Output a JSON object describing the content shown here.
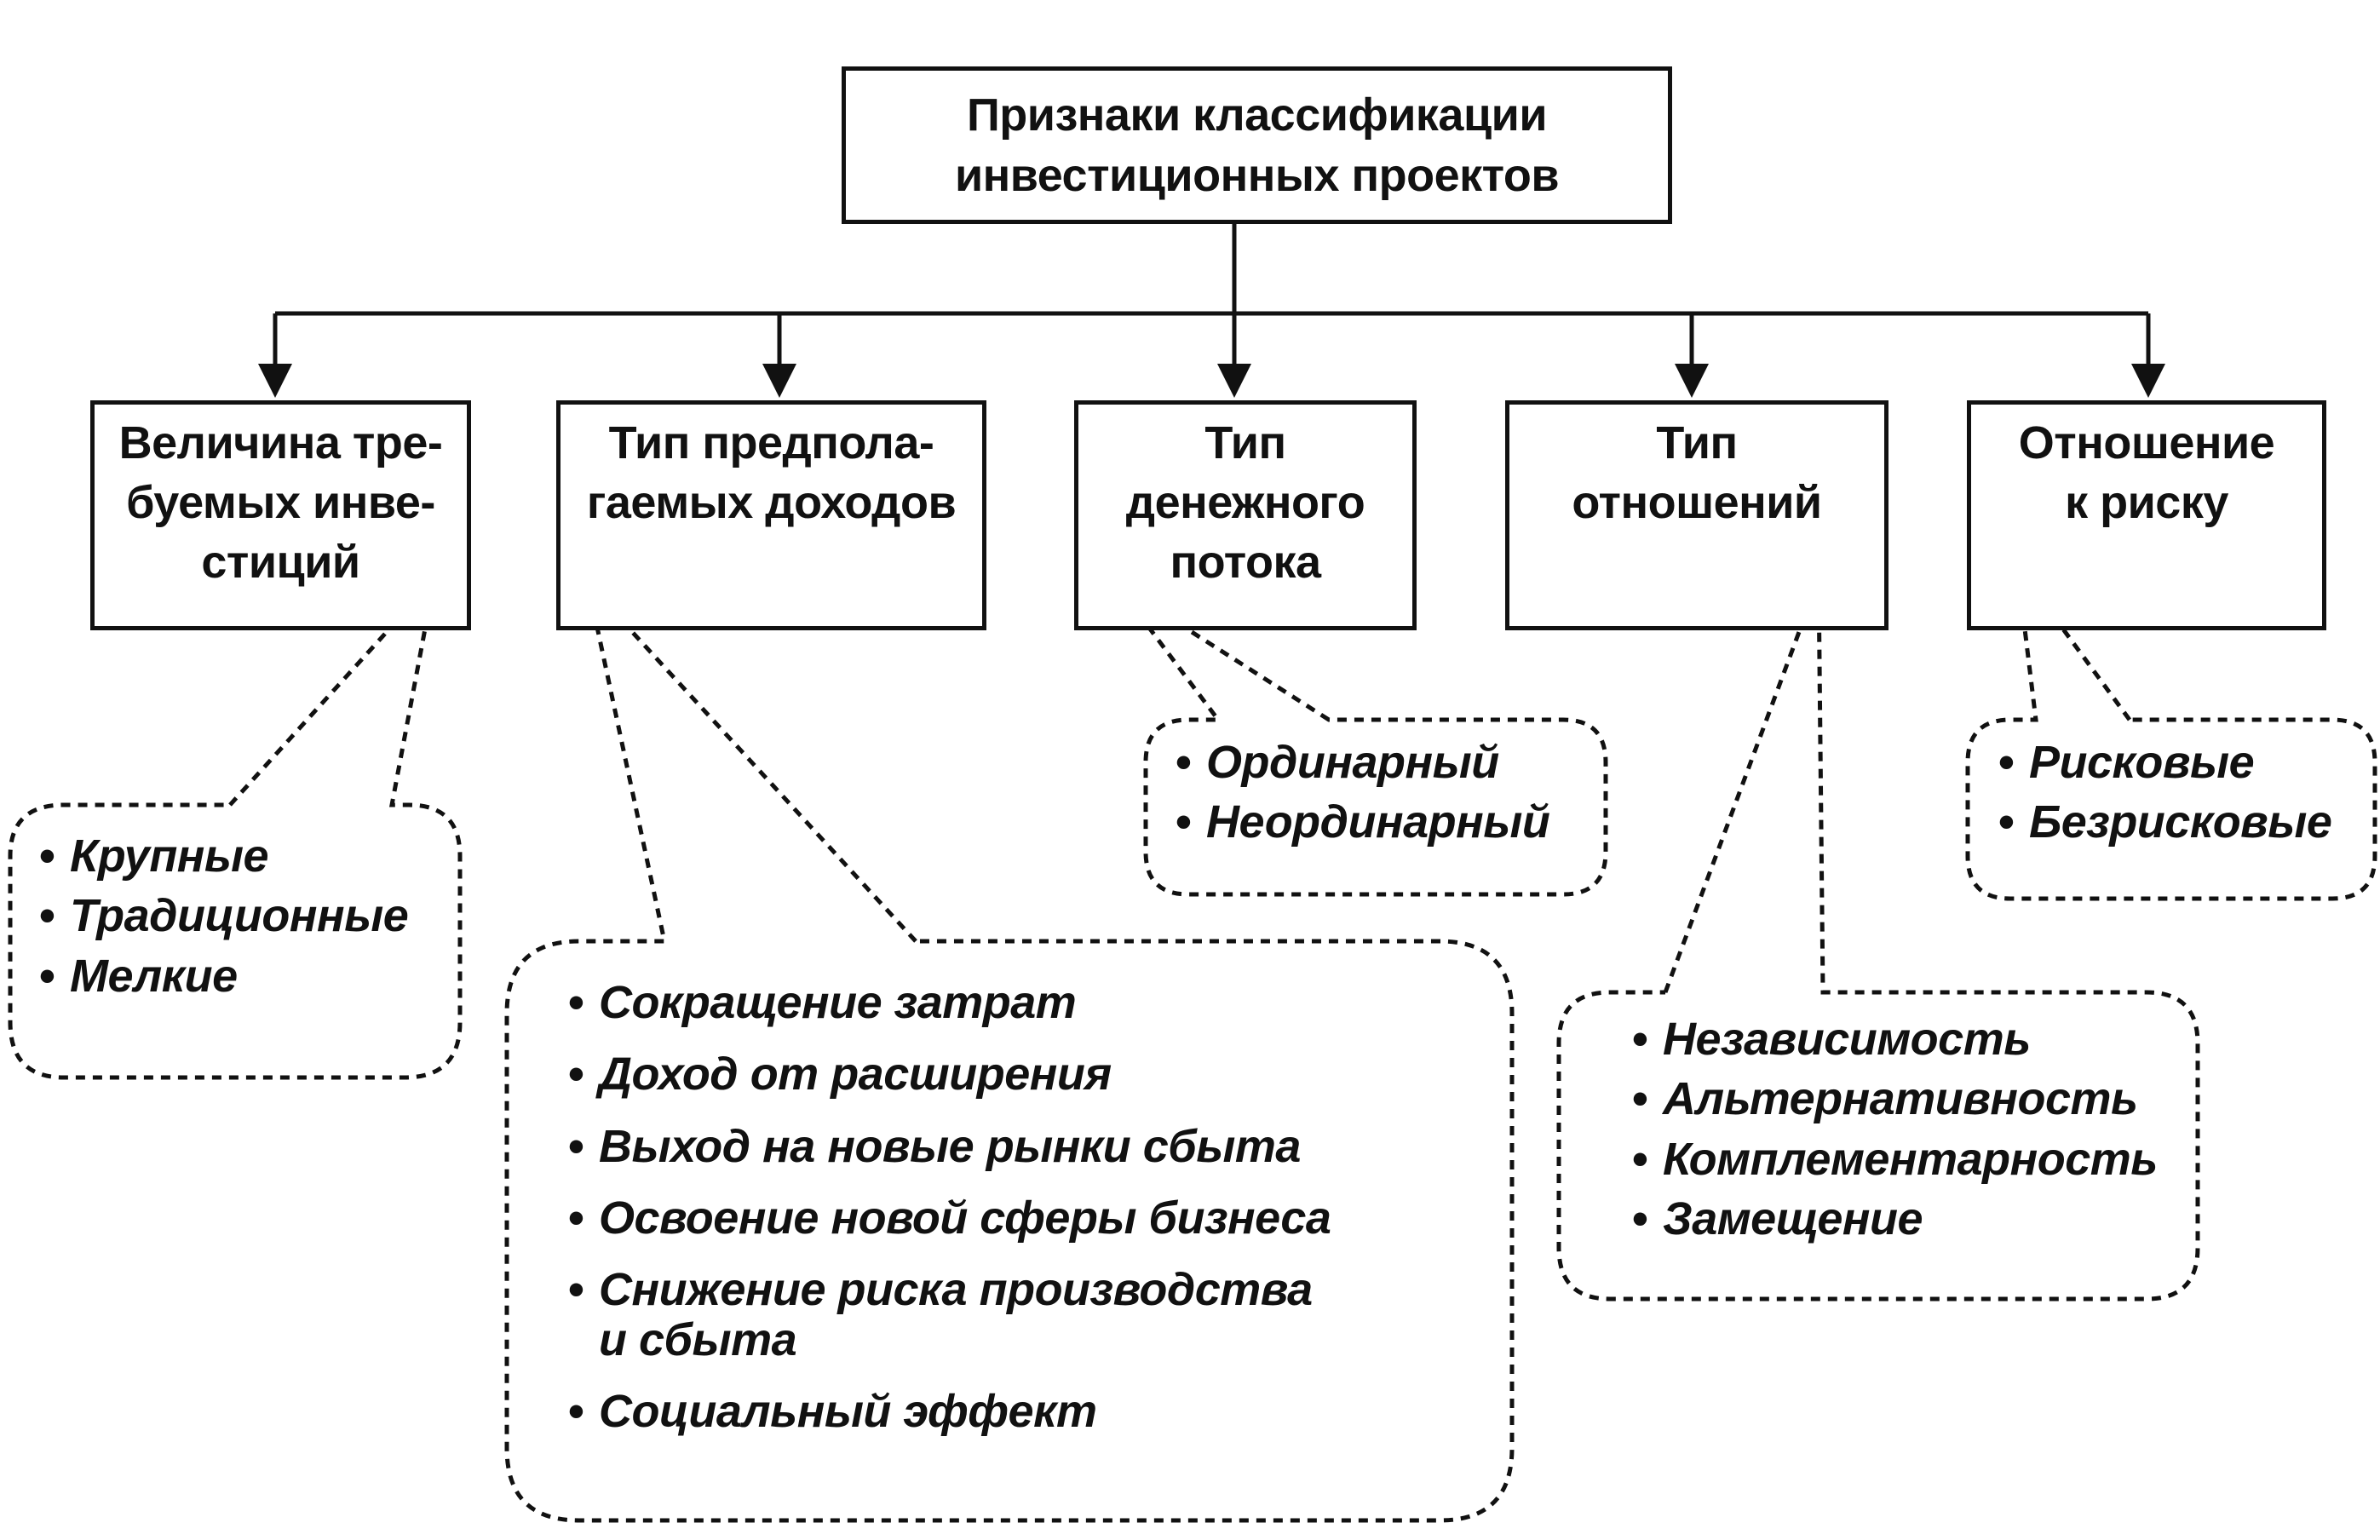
{
  "root": {
    "label": "Признаки классификации\nинвестиционных проектов"
  },
  "categories": [
    {
      "label": "Величина тре-\nбуемых инве-\nстиций",
      "items": [
        "Крупные",
        "Традиционные",
        "Мелкие"
      ]
    },
    {
      "label": "Тип предпола-\nгаемых доходов",
      "items": [
        "Сокращение затрат",
        "Доход от расширения",
        "Выход на новые рынки сбыта",
        "Освоение новой сферы бизнеса",
        "Снижение риска производства\nи сбыта",
        "Социальный эффект"
      ]
    },
    {
      "label": "Тип\nденежного\nпотока",
      "items": [
        "Ординарный",
        "Неординарный"
      ]
    },
    {
      "label": "Тип\nотношений",
      "items": [
        "Независимость",
        "Альтернативность",
        "Комплементарность",
        "Замещение"
      ]
    },
    {
      "label": "Отношение\nк риску",
      "items": [
        "Рисковые",
        "Безрисковые"
      ]
    }
  ],
  "colors": {
    "ink": "#111111",
    "background": "#ffffff"
  }
}
